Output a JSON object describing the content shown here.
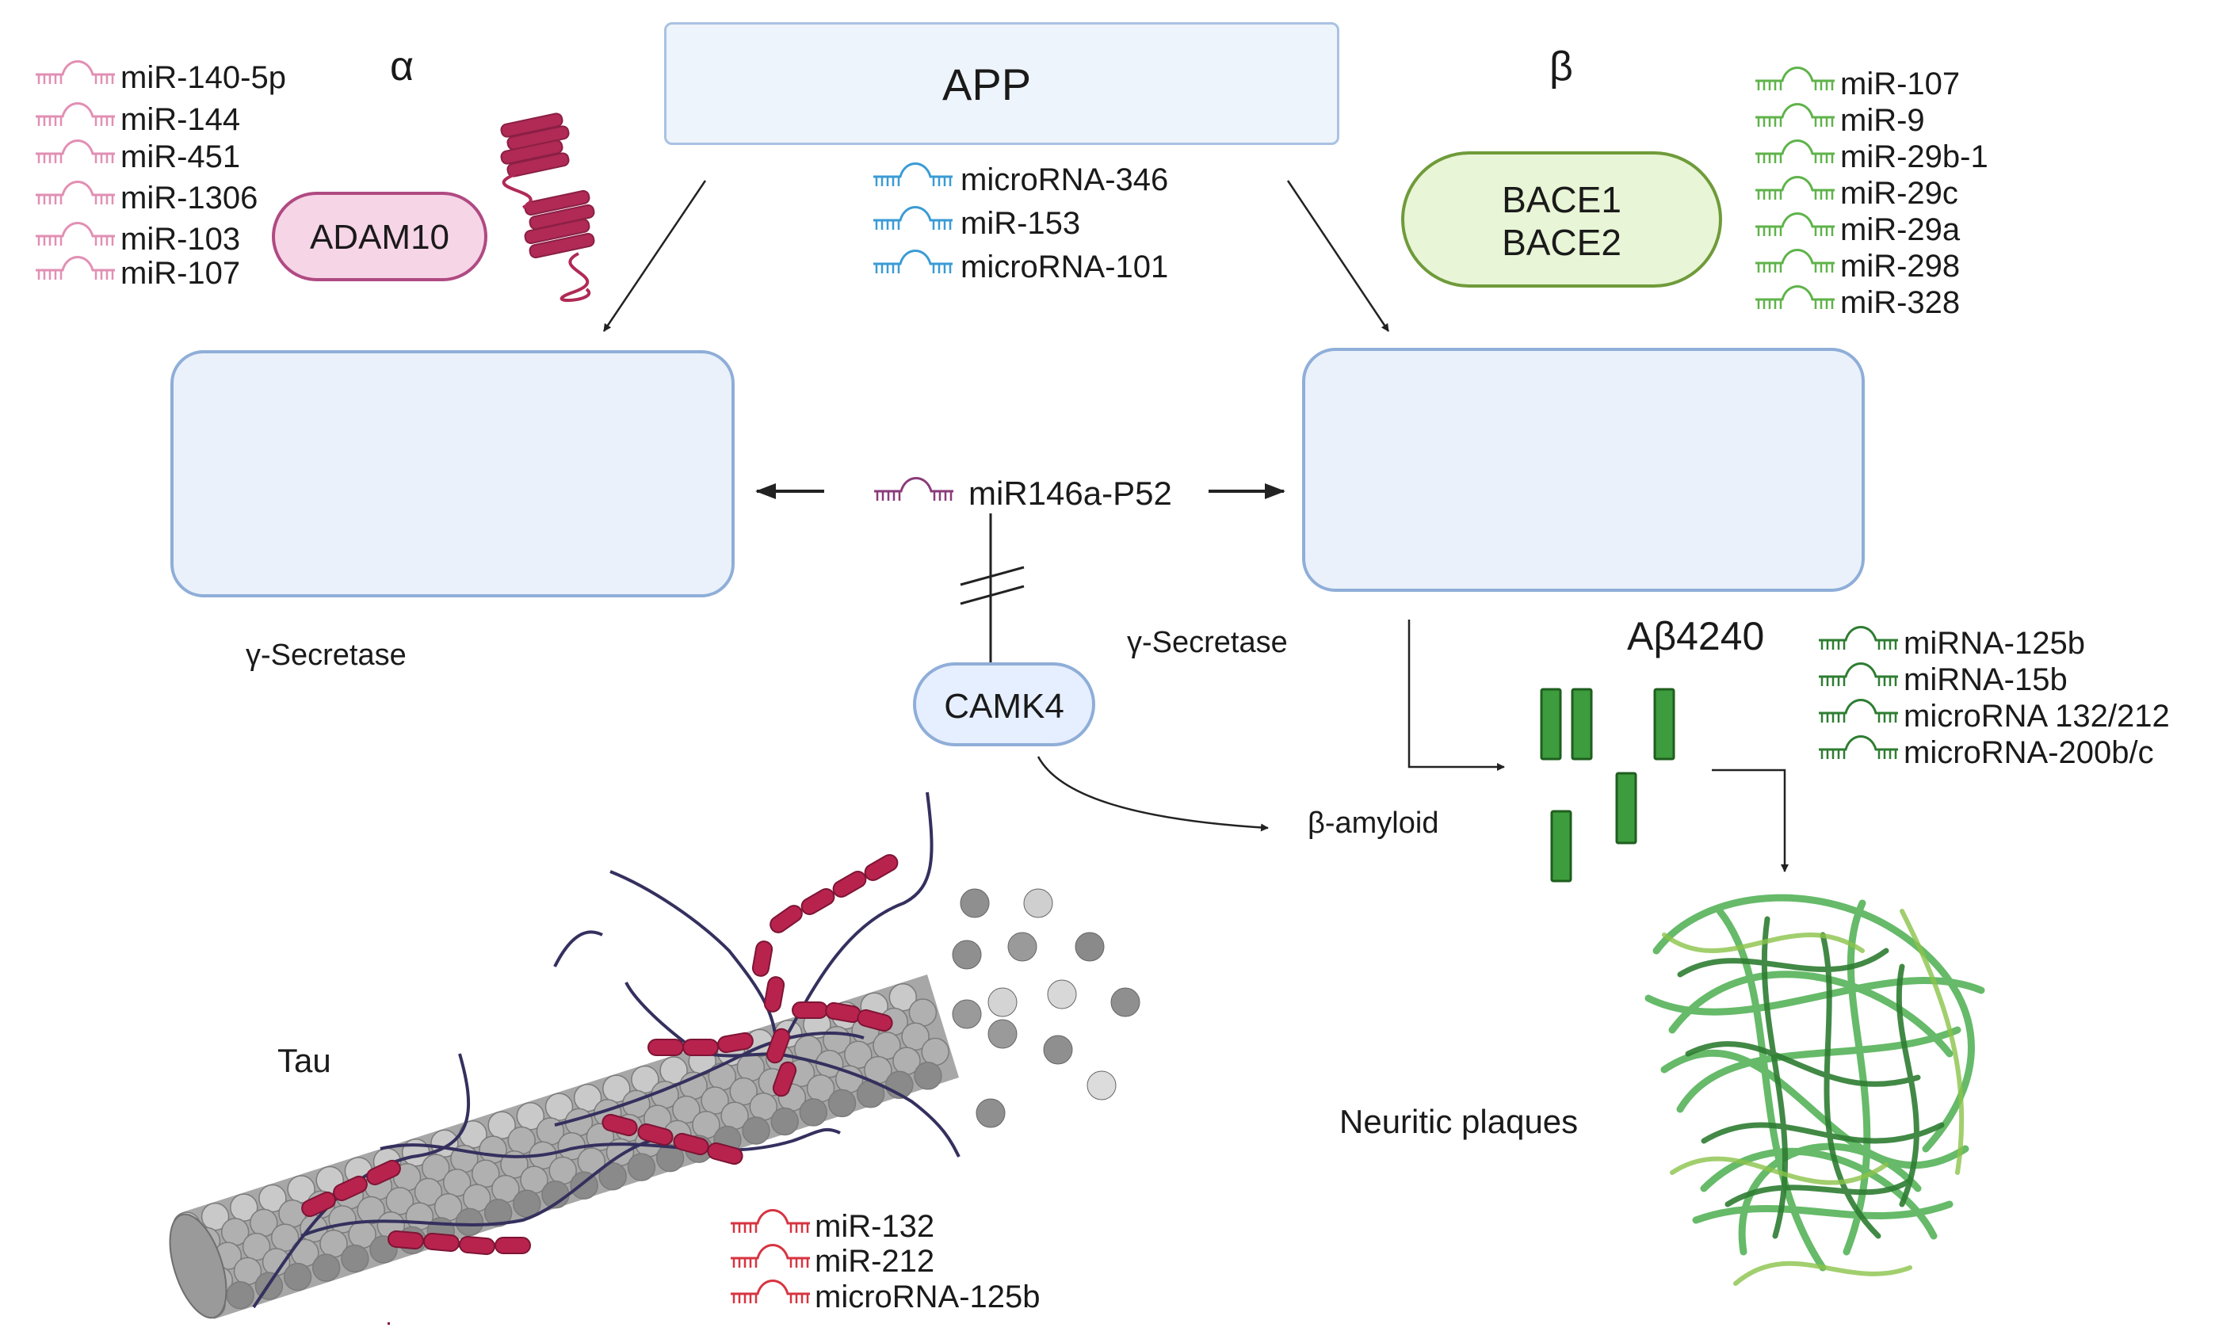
{
  "app_label": "APP",
  "alpha_label": "α",
  "beta_label": "β",
  "adam10_label": "ADAM10",
  "bace_labels": [
    "BACE1",
    "BACE2"
  ],
  "camk4_label": "CAMK4",
  "mir146_label": "miR146a-P52",
  "gamma_left_label": "γ-Secretase",
  "gamma_right_label": "γ-Secretase",
  "abeta_label": "Aβ4240",
  "beta_amyloid_label": "β-amyloid",
  "tau_label": "Tau",
  "neuritic_label": "Neuritic plaques",
  "alpha_mirnas": [
    "miR-140-5p",
    "miR-144",
    "miR-451",
    "miR-1306",
    "miR-103",
    "miR-107"
  ],
  "app_mirnas": [
    "microRNA-346",
    "miR-153",
    "microRNA-101"
  ],
  "beta_mirnas": [
    "miR-107",
    "miR-9",
    "miR-29b-1",
    "miR-29c",
    "miR-29a",
    "miR-298",
    "miR-328"
  ],
  "abeta_mirnas": [
    "miRNA-125b",
    "miRNA-15b",
    "microRNA 132/212",
    "microRNA-200b/c"
  ],
  "tau_mirnas": [
    "miR-132",
    "miR-212",
    "microRNA-125b"
  ],
  "colors": {
    "pink_mirna": "#e28fb4",
    "blue_mirna": "#3a9bd5",
    "green_mirna": "#5fb34a",
    "darkgreen_mirna": "#2e7d32",
    "red_mirna": "#d63440",
    "purple_mirna": "#8a3b7a",
    "membrane_protein": "#b03c84",
    "amyloid_fill": "#3d9c3d",
    "tau_bead": "#b8234e",
    "tau_strand": "#34305e",
    "microtubule": "#9e9e9e"
  }
}
